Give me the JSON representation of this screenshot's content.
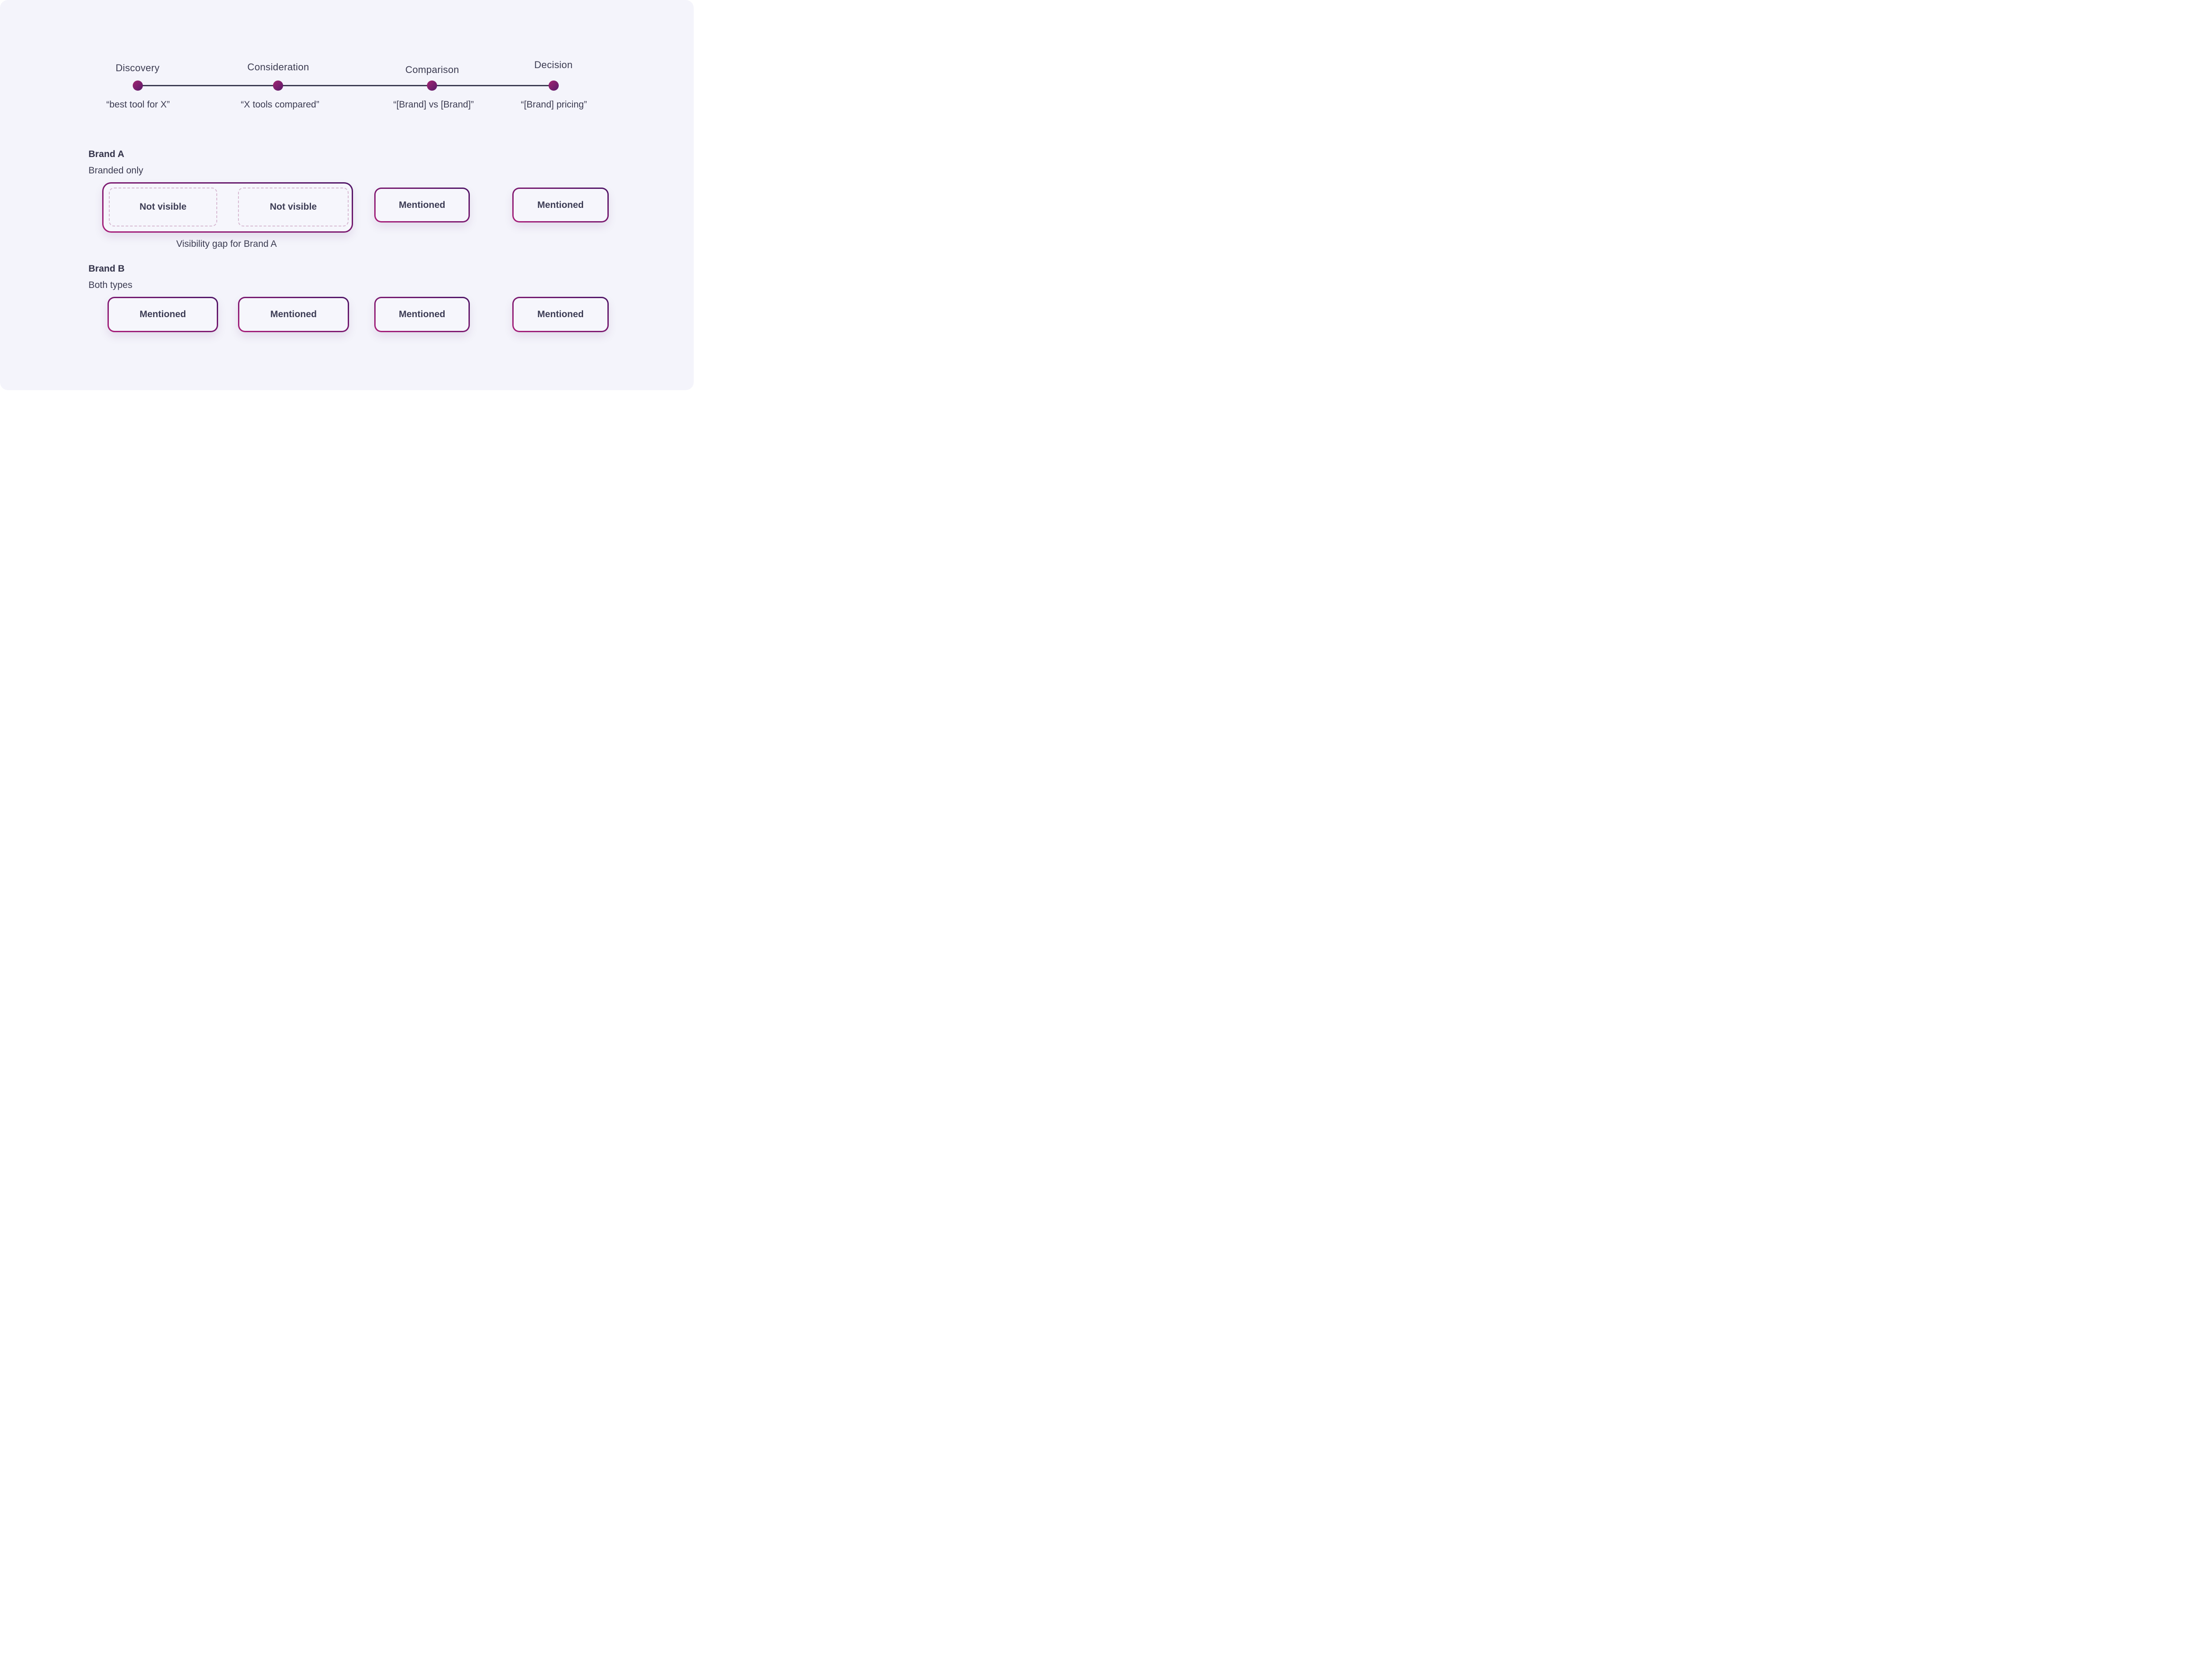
{
  "palette": {
    "background": "#f4f4fb",
    "outside": "#ffffff",
    "text_dark": "#3b3b51",
    "timeline_line": "#3b3b52",
    "gradient_magenta": "#a81e7a",
    "gradient_purple": "#4e1566",
    "dashed_border_pink": "#d7bad2",
    "box_fill": "#f6f6fc"
  },
  "journey": {
    "stages": [
      {
        "label": "Discovery",
        "query": "“best tool for X”"
      },
      {
        "label": "Consideration",
        "query": "“X tools compared”"
      },
      {
        "label": "Comparison",
        "query": "“[Brand] vs [Brand]”"
      },
      {
        "label": "Decision",
        "query": "“[Brand] pricing”"
      }
    ]
  },
  "brand_a": {
    "name": "Brand A",
    "subtitle": "Branded only",
    "gap_boxes": [
      {
        "label": "Not visible"
      },
      {
        "label": "Not visible"
      }
    ],
    "mention_boxes": [
      {
        "label": "Mentioned"
      },
      {
        "label": "Mentioned"
      }
    ],
    "caption": "Visibility gap for Brand A"
  },
  "brand_b": {
    "name": "Brand B",
    "subtitle": "Both types",
    "mention_boxes": [
      {
        "label": "Mentioned"
      },
      {
        "label": "Mentioned"
      },
      {
        "label": "Mentioned"
      },
      {
        "label": "Mentioned"
      }
    ]
  }
}
